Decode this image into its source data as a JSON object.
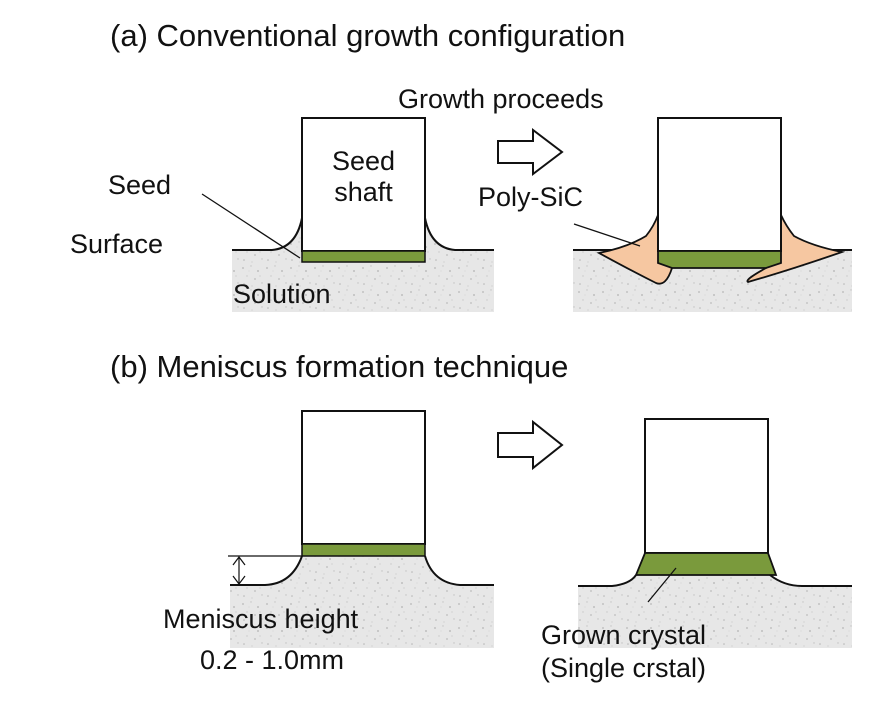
{
  "section_a": {
    "title": "(a) Conventional growth configuration",
    "arrow_label": "Growth proceeds",
    "seed_shaft_line1": "Seed",
    "seed_shaft_line2": "shaft",
    "seed_label": "Seed",
    "surface_label": "Surface",
    "solution_label": "Solution",
    "polysic_label": "Poly-SiC"
  },
  "section_b": {
    "title": "(b) Meniscus formation technique",
    "meniscus_label": "Meniscus height",
    "meniscus_value": "0.2 - 1.0mm",
    "grown_line1": "Grown crystal",
    "grown_line2": "(Single crstal)"
  },
  "colors": {
    "seed": "#7a9a3c",
    "poly_sic": "#f6c7a1",
    "solution": "#e6e6e6",
    "outline": "#111111"
  }
}
